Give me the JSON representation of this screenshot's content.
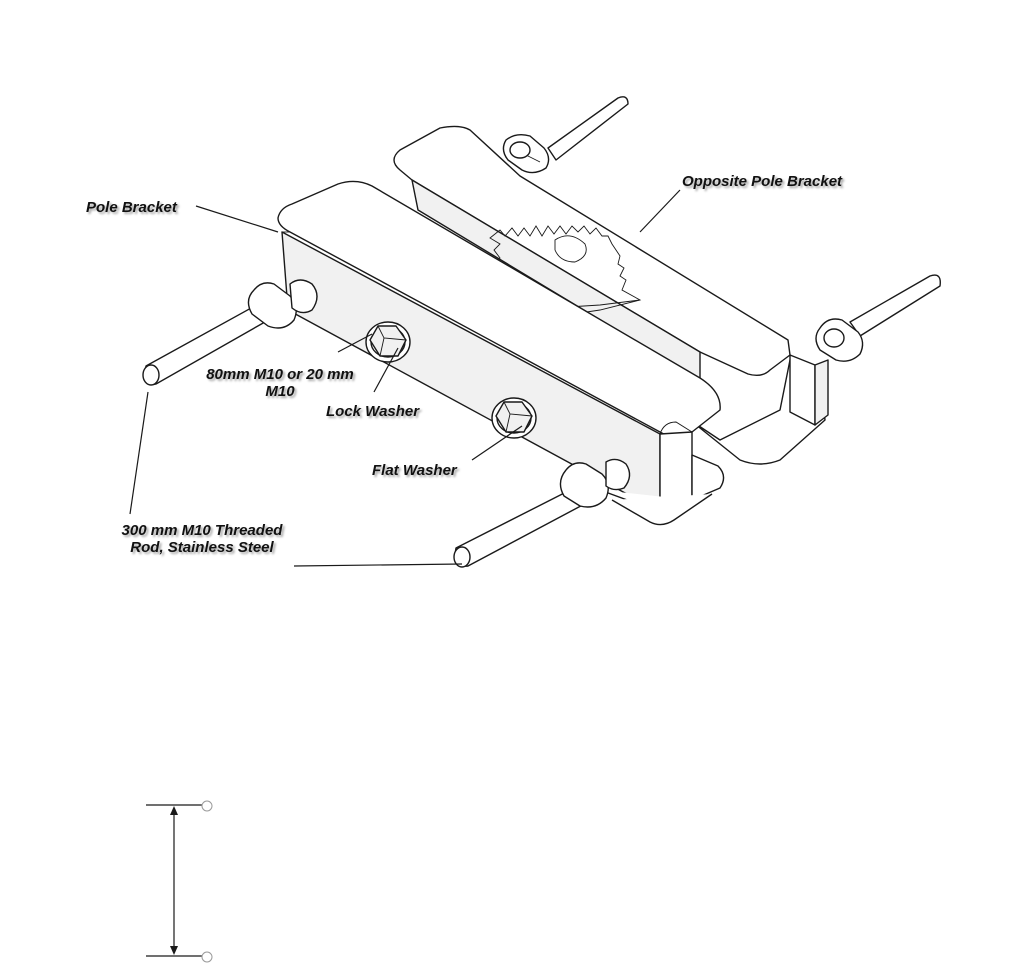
{
  "labels": {
    "pole_bracket": "Pole Bracket",
    "opposite_pole_bracket": "Opposite Pole Bracket",
    "bolt": "80mm M10 or 20 mm M10",
    "lock_washer": "Lock Washer",
    "flat_washer": "Flat Washer",
    "threaded_rod_line1": "300 mm M10 Threaded",
    "threaded_rod_line2": "Rod, Stainless Steel"
  },
  "colors": {
    "ink": "#1a1a1a",
    "background": "#ffffff"
  }
}
